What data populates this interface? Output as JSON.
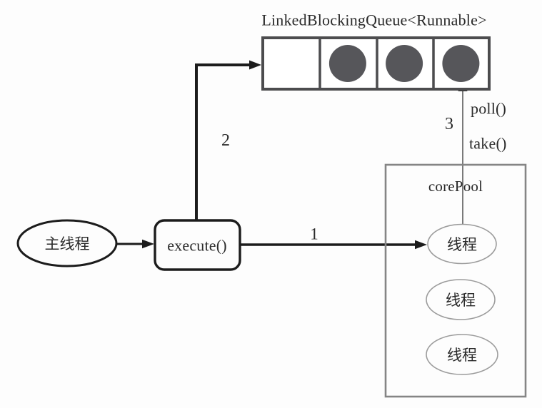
{
  "title": "LinkedBlockingQueue<Runnable>",
  "queue": {
    "cell_count": 4,
    "filled": [
      false,
      true,
      true,
      true
    ]
  },
  "main_thread_label": "主线程",
  "execute_label": "execute()",
  "core_pool": {
    "label": "corePool",
    "threads": [
      "线程",
      "线程",
      "线程"
    ]
  },
  "arrows": {
    "step1": "1",
    "step2": "2",
    "step3": "3",
    "poll_label": "poll()",
    "take_label": "take()"
  },
  "colors": {
    "line_black": "#1c1c1c",
    "line_gray": "#6b6b6b",
    "queue_border": "#4c4c4e",
    "task_fill": "#56565a",
    "pool_border": "#858585",
    "thread_ellipse_border": "#9c9c9c",
    "text": "#2a2a2a",
    "background": "#fdfdfd"
  }
}
